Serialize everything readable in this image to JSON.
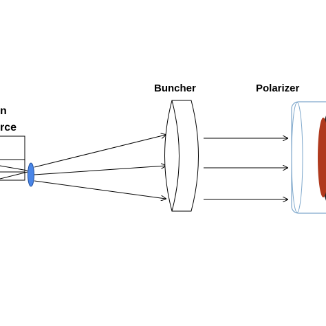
{
  "labels": {
    "source_line1": "n",
    "source_line2": "rce",
    "buncher": "Buncher",
    "polarizer": "Polarizer"
  },
  "colors": {
    "outline": "#000000",
    "lens_fill": "#4a86e8",
    "lens_stroke": "#1f4e9c",
    "polarizer_frame": "#7fa8cc",
    "polarizer_core": "#b03a1e"
  }
}
